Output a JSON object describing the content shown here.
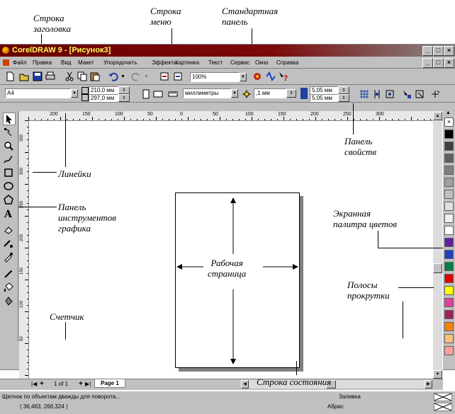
{
  "annotations": {
    "title_bar": "Строка\nзаголовка",
    "menu_bar": "Строка\nменю",
    "standard_toolbar": "Стандартная\nпанель",
    "property_bar": "Панель\nсвойств",
    "rulers": "Линейки",
    "toolbox": "Панель\nинструментов\nграфика",
    "palette": "Экранная\nпалитра цветов",
    "scrollbars": "Полосы\nпрокрутки",
    "counter": "Счетчик",
    "status_bar": "Строка состояния",
    "page_label": "Рабочая\nстраница"
  },
  "window": {
    "title": "CorelDRAW 9 - [Рисунок3]",
    "menu": [
      "Файл",
      "Правка",
      "Вид",
      "Макет",
      "Упорядочить",
      "Эффекты",
      "Картинка",
      "Текст",
      "Сервис",
      "Окно",
      "Справка"
    ],
    "zoom": "100%",
    "paper": "A4",
    "width": "210,0 мм",
    "height": "297,0 мм",
    "units": "миллиметры",
    "nudge": ",1 мм",
    "dup_x": "5,05 мм",
    "dup_y": "5,05 мм",
    "page_counter": "1 of 1",
    "page_tab": "Page 1",
    "status_hint": "Щелчок по объектам дважды для поворота...",
    "coords": "( 36,463, 266,324 )",
    "status_right_1": "Заливка",
    "status_right_2": "Абрис"
  },
  "ruler": {
    "h_ticks": [
      "200",
      "150",
      "100",
      "50",
      "0",
      "50",
      "100",
      "150",
      "200",
      "250",
      "300"
    ],
    "v_ticks": [
      "350",
      "300",
      "250",
      "200",
      "150",
      "100",
      "50"
    ]
  },
  "colors": {
    "title_gradient_start": "#6b0000",
    "title_text": "#ffff60",
    "chrome": "#c0c0c0"
  },
  "palette": [
    "#ffffff",
    "#000000",
    "#404040",
    "#606060",
    "#808080",
    "#a0a0a0",
    "#c0c0c0",
    "#e0e0e0",
    "#f0f0f0",
    "#ffffff",
    "#6020a0",
    "#2040c0",
    "#008040",
    "#e00000",
    "#ffff00",
    "#e040a0",
    "#a02060",
    "#ff8000",
    "#ffc080",
    "#ffa0a0"
  ]
}
